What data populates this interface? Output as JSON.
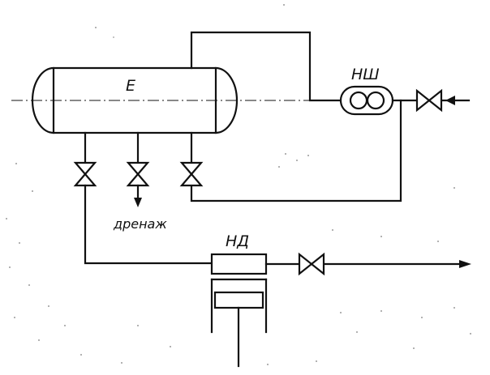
{
  "diagram": {
    "tank_label": "Е",
    "gear_pump_label": "НШ",
    "plunger_pump_label": "НД",
    "drain_label": "дренаж"
  }
}
